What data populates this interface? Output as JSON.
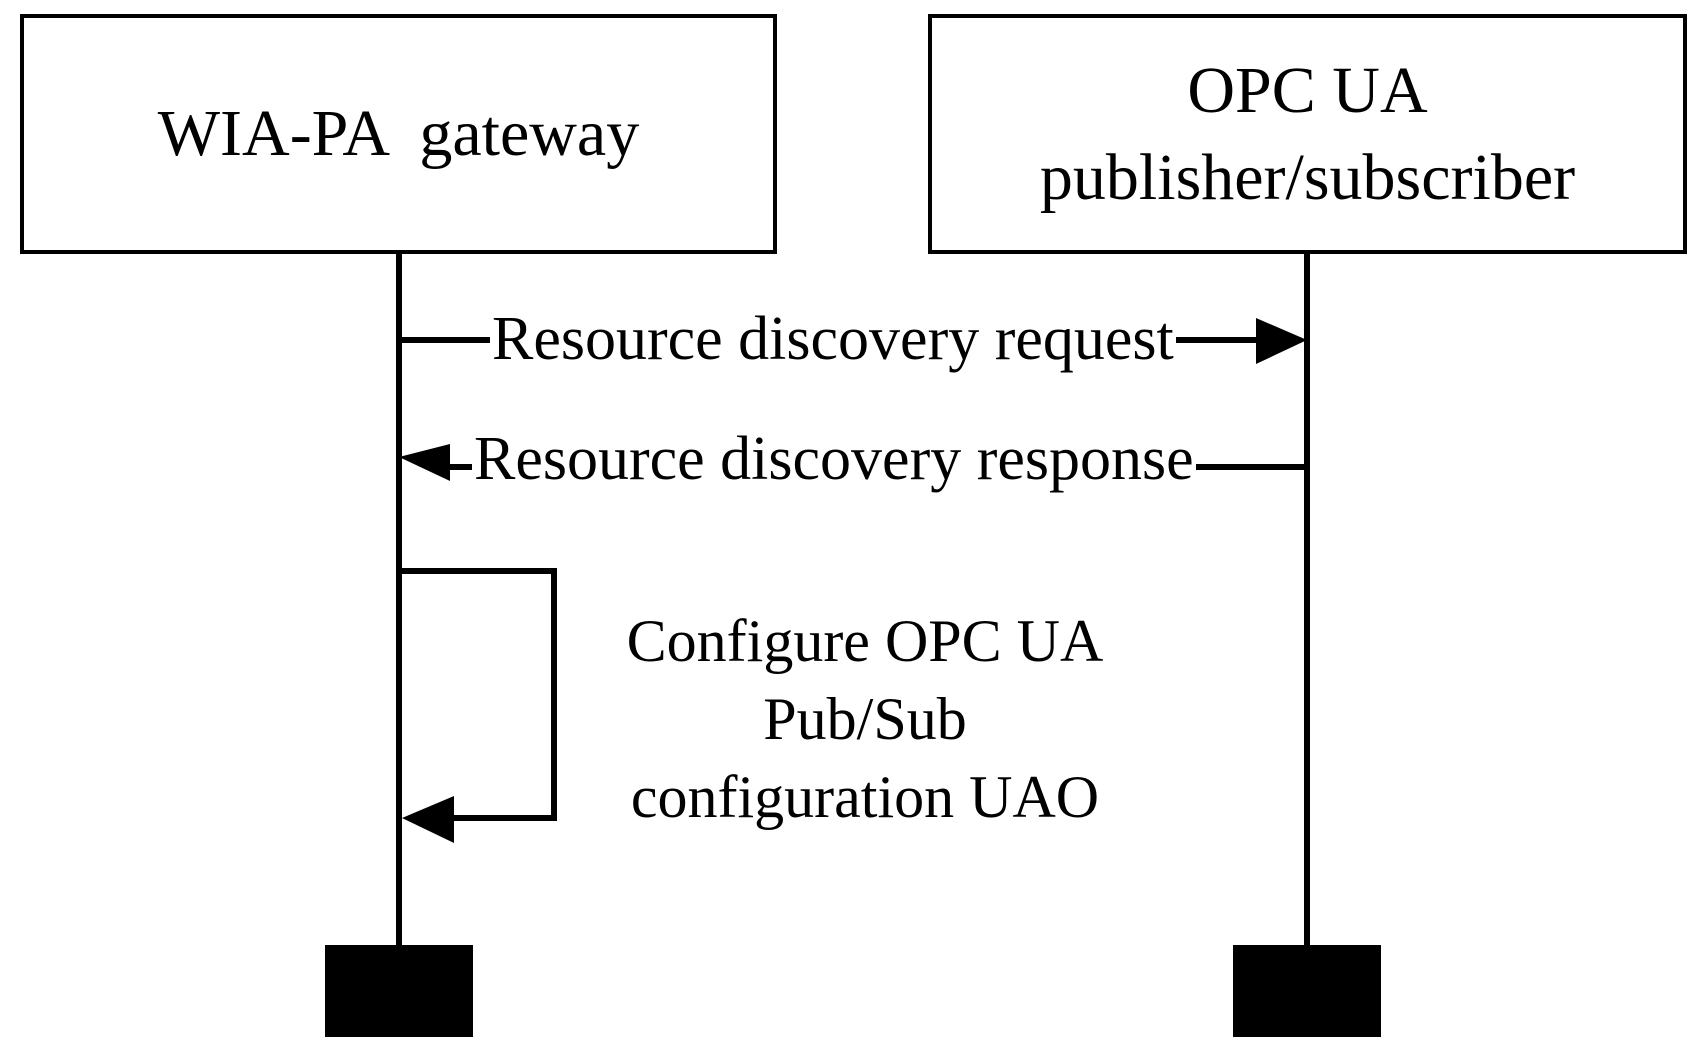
{
  "lifelines": [
    {
      "label": "WIA-PA  gateway"
    },
    {
      "label": "OPC UA\npublisher/subscriber"
    }
  ],
  "messages": [
    {
      "from": "WIA-PA  gateway",
      "to": "OPC UA\npublisher/subscriber",
      "label": "Resource discovery request"
    },
    {
      "from": "OPC UA\npublisher/subscriber",
      "to": "WIA-PA  gateway",
      "label": "Resource discovery response"
    }
  ],
  "self_message": {
    "lifeline": "WIA-PA  gateway",
    "lines": [
      "Configure OPC UA",
      "Pub/Sub",
      "configuration UAO"
    ]
  },
  "colors": {
    "stroke": "#000000",
    "background": "#ffffff"
  }
}
